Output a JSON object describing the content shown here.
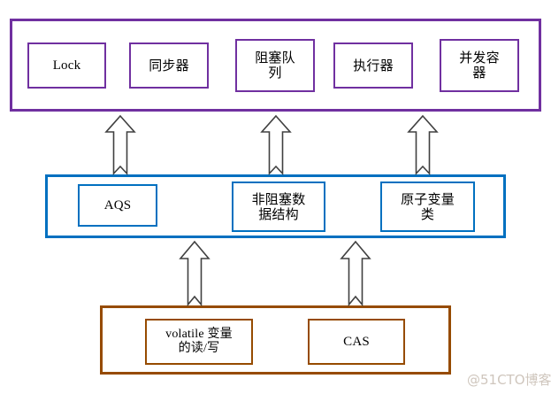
{
  "diagram": {
    "title": "Java concurrency building blocks layered diagram",
    "colors": {
      "purple": "#7030a0",
      "blue": "#0070c0",
      "brown": "#964b00",
      "arrow_stroke": "#404040",
      "arrow_fill": "#ffffff",
      "watermark": "#cfc6bd",
      "background": "#ffffff"
    },
    "layers": [
      {
        "id": "application-layer",
        "border_color": "#7030a0",
        "nodes": [
          {
            "id": "lock",
            "label": "Lock",
            "script": "latin"
          },
          {
            "id": "synchronizer",
            "label": "同步器",
            "script": "cjk"
          },
          {
            "id": "blocking-queue",
            "label": "阻塞队\n列",
            "script": "cjk"
          },
          {
            "id": "executor",
            "label": "执行器",
            "script": "cjk"
          },
          {
            "id": "concurrent-container",
            "label": "并发容\n器",
            "script": "cjk"
          }
        ]
      },
      {
        "id": "framework-layer",
        "border_color": "#0070c0",
        "nodes": [
          {
            "id": "aqs",
            "label": "AQS",
            "script": "latin"
          },
          {
            "id": "non-blocking-data-structure",
            "label": "非阻塞数\n据结构",
            "script": "cjk"
          },
          {
            "id": "atomic-variable-class",
            "label": "原子变量\n类",
            "script": "cjk"
          }
        ]
      },
      {
        "id": "primitive-layer",
        "border_color": "#964b00",
        "nodes": [
          {
            "id": "volatile-read-write",
            "label": "volatile 变量\n的读/写",
            "script": "mixed"
          },
          {
            "id": "cas",
            "label": "CAS",
            "script": "latin"
          }
        ]
      }
    ],
    "arrows": [
      {
        "id": "arrow-framework-to-aqs-app",
        "from": "framework-layer",
        "to": "application-layer"
      },
      {
        "id": "arrow-framework-to-queue-app",
        "from": "framework-layer",
        "to": "application-layer"
      },
      {
        "id": "arrow-framework-to-executor-app",
        "from": "framework-layer",
        "to": "application-layer"
      },
      {
        "id": "arrow-primitive-to-framework-left",
        "from": "primitive-layer",
        "to": "framework-layer"
      },
      {
        "id": "arrow-primitive-to-framework-right",
        "from": "primitive-layer",
        "to": "framework-layer"
      }
    ],
    "watermark": {
      "text": "@51CTO博客"
    }
  }
}
